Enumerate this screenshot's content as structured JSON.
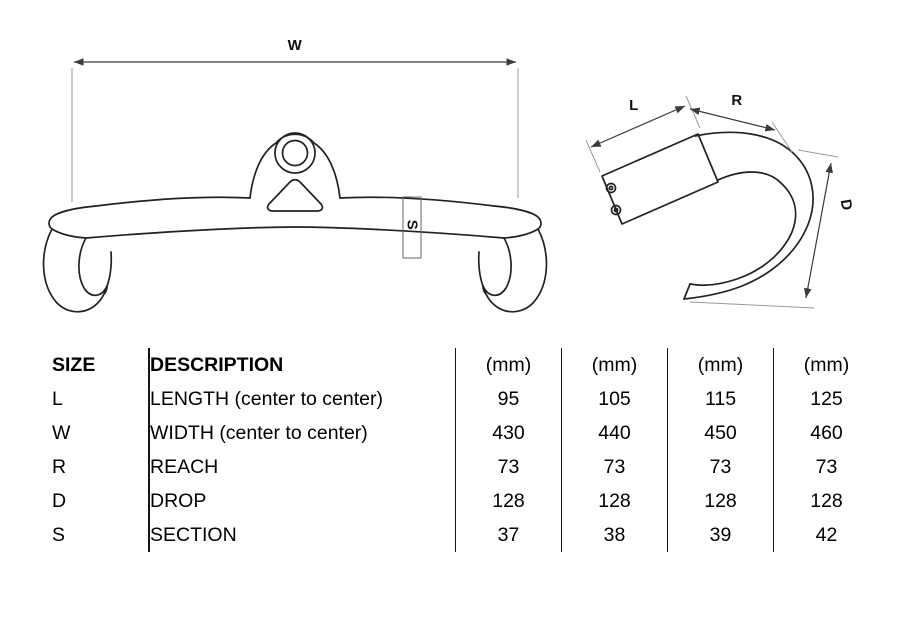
{
  "diagram": {
    "front_view": {
      "width": "W",
      "section": "S"
    },
    "side_view": {
      "length": "L",
      "reach": "R",
      "drop": "D"
    }
  },
  "table": {
    "headers": {
      "size_label": "SIZE",
      "description_label": "DESCRIPTION",
      "units": [
        "(mm)",
        "(mm)",
        "(mm)",
        "(mm)"
      ]
    },
    "rows": [
      {
        "size": "L",
        "description": "LENGTH (center to center)",
        "values": [
          "95",
          "105",
          "115",
          "125"
        ]
      },
      {
        "size": "W",
        "description": "WIDTH (center to center)",
        "values": [
          "430",
          "440",
          "450",
          "460"
        ]
      },
      {
        "size": "R",
        "description": "REACH",
        "values": [
          "73",
          "73",
          "73",
          "73"
        ]
      },
      {
        "size": "D",
        "description": "DROP",
        "values": [
          "128",
          "128",
          "128",
          "128"
        ]
      },
      {
        "size": "S",
        "description": "SECTION",
        "values": [
          "37",
          "38",
          "39",
          "42"
        ]
      }
    ]
  },
  "colors": {
    "outline": "#222222",
    "dimension_line": "#3a3a3a",
    "extension_line": "#9a9a9a",
    "table_rule": "#161616",
    "background": "#ffffff",
    "text": "#000000"
  }
}
